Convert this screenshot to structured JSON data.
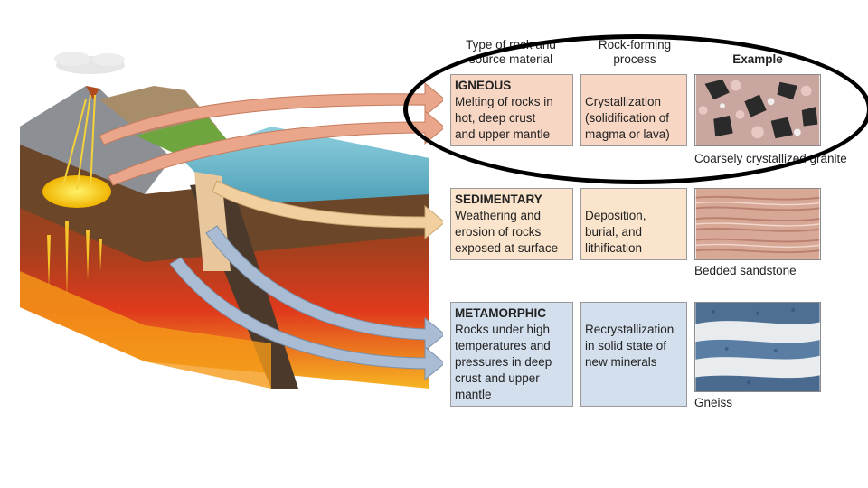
{
  "headers": {
    "type_line1": "Type of rock and",
    "type_line2": "source material",
    "process_line1": "Rock-forming",
    "process_line2": "process",
    "example": "Example"
  },
  "rows": [
    {
      "title": "IGNEOUS",
      "source": [
        "Melting of rocks in",
        "hot, deep crust",
        "and upper mantle"
      ],
      "process": [
        "Crystallization",
        "(solidification of",
        "magma or lava)"
      ],
      "example_caption": "Coarsely crystallized granite",
      "color": "#f8d6c4"
    },
    {
      "title": "SEDIMENTARY",
      "source": [
        "Weathering and",
        "erosion of rocks",
        "exposed at surface"
      ],
      "process": [
        "Deposition,",
        "burial, and",
        "lithification"
      ],
      "example_caption": "Bedded sandstone",
      "color": "#fae4cc"
    },
    {
      "title": "METAMORPHIC",
      "source": [
        "Rocks under high",
        "temperatures and",
        "pressures in deep",
        "crust and upper",
        "mantle"
      ],
      "process": [
        "Recrystallization",
        "in solid state of",
        "new minerals"
      ],
      "example_caption": "Gneiss",
      "color": "#d3dfec"
    }
  ],
  "colors": {
    "igneous_arrow": "#e9a68a",
    "sedimentary_arrow": "#f1cf9f",
    "metamorphic_arrow": "#a9bcd4",
    "highlight_ellipse": "#000000"
  }
}
